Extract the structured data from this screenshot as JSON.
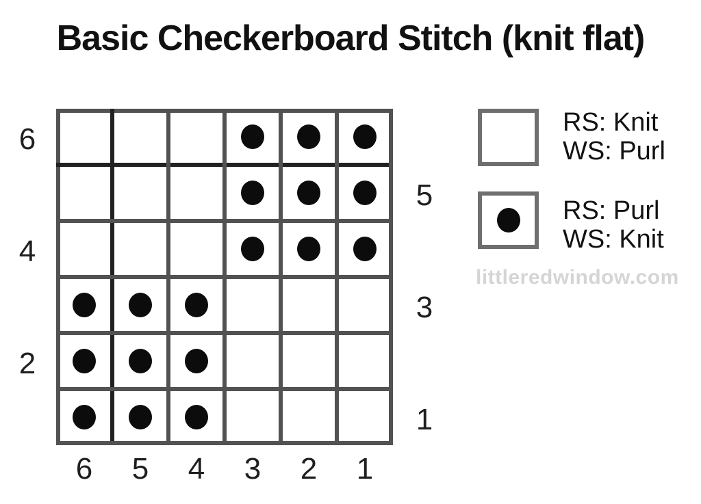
{
  "title": "Basic Checkerboard Stitch (knit flat)",
  "watermark": "littleredwindow.com",
  "colors": {
    "background": "#ffffff",
    "grid_line": "#525252",
    "repeat_line": "#212121",
    "dot": "#0c0c0c",
    "legend_border": "#6e6e6e",
    "text": "#1f1f1f",
    "watermark": "#d5d5d5"
  },
  "legend": {
    "items": [
      {
        "symbol": "empty-square-icon",
        "lines": [
          "RS: Knit",
          "WS: Purl"
        ]
      },
      {
        "symbol": "dot-square-icon",
        "lines": [
          "RS: Purl",
          "WS: Knit"
        ]
      }
    ]
  },
  "chart_data": {
    "type": "heatmap",
    "title": "Basic Checkerboard Stitch (knit flat)",
    "description": "Knitting stitch chart, 6 stitches wide by 6 rows tall; 1 = dot cell (RS: Purl / WS: Knit), 0 = empty cell (RS: Knit / WS: Purl). Cells listed left-to-right corresponding to stitch numbers 6,5,4,3,2,1.",
    "columns": [
      6,
      5,
      4,
      3,
      2,
      1
    ],
    "rows": [
      {
        "row": 6,
        "number_side": "left",
        "cells": [
          0,
          0,
          0,
          1,
          1,
          1
        ]
      },
      {
        "row": 5,
        "number_side": "right",
        "cells": [
          0,
          0,
          0,
          1,
          1,
          1
        ]
      },
      {
        "row": 4,
        "number_side": "left",
        "cells": [
          0,
          0,
          0,
          1,
          1,
          1
        ]
      },
      {
        "row": 3,
        "number_side": "right",
        "cells": [
          1,
          1,
          1,
          0,
          0,
          0
        ]
      },
      {
        "row": 2,
        "number_side": "left",
        "cells": [
          1,
          1,
          1,
          0,
          0,
          0
        ]
      },
      {
        "row": 1,
        "number_side": "right",
        "cells": [
          1,
          1,
          1,
          0,
          0,
          0
        ]
      }
    ],
    "repeat_lines": {
      "vertical_right_of_stitch": 6,
      "horizontal_below_row": 6
    },
    "axis": {
      "left_tick_labels": [
        "6",
        "4",
        "2"
      ],
      "right_tick_labels": [
        "5",
        "3",
        "1"
      ],
      "bottom_tick_labels": [
        "6",
        "5",
        "4",
        "3",
        "2",
        "1"
      ]
    },
    "grid": true,
    "legend_position": "right"
  }
}
